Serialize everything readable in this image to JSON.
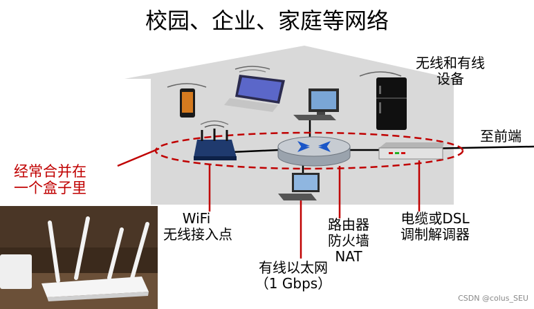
{
  "title": "校园、企业、家庭等网络",
  "labels": {
    "devices": [
      "无线和有线",
      "设备"
    ],
    "to_frontend": "至前端",
    "combined": [
      "经常合并在",
      "一个盒子里"
    ],
    "wifi": [
      "WiFi",
      "无线接入点"
    ],
    "router": [
      "路由器",
      "防火墙",
      "NAT"
    ],
    "modem": [
      "电缆或DSL",
      "调制解调器"
    ],
    "ethernet": [
      "有线以太网",
      "（1 Gbps）"
    ]
  },
  "watermark": "CSDN @colus_SEU",
  "colors": {
    "house": "#d9d9d9",
    "dashed_ellipse": "#c00000",
    "red_text": "#c00000",
    "link_line": "#000000",
    "router_blue": "#1a56c8"
  }
}
